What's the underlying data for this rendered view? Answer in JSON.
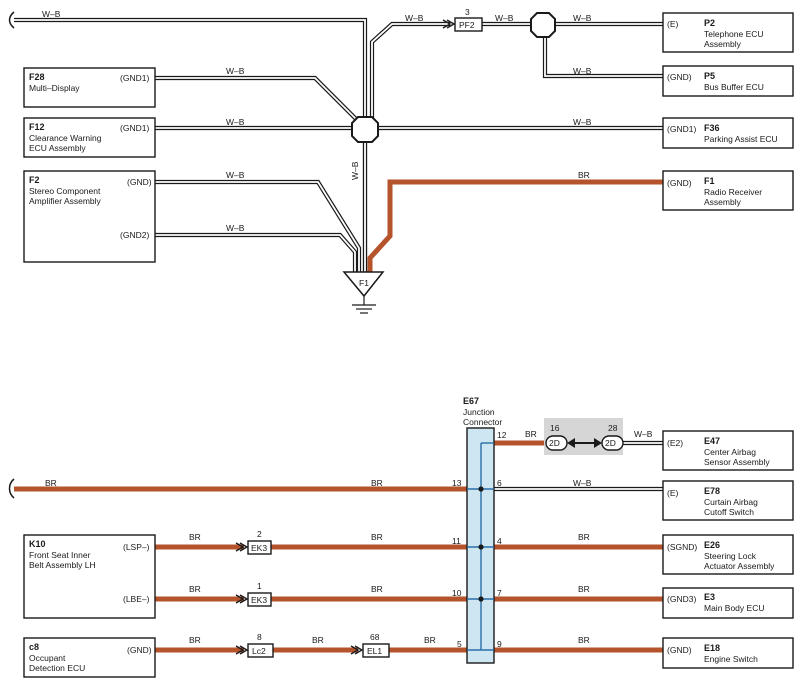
{
  "colors": {
    "br_wire": "#b5532b",
    "jc_fill": "#cde6f2",
    "jc_bus": "#2a6ea8",
    "ic_bg": "#d6d6d6"
  },
  "wire_labels": {
    "wb": "W–B",
    "br": "BR"
  },
  "components": {
    "f28": {
      "code": "F28",
      "name1": "Multi–Display",
      "pin": "(GND1)"
    },
    "f12": {
      "code": "F12",
      "name1": "Clearance Warning",
      "name2": "ECU Assembly",
      "pin": "(GND1)"
    },
    "f2": {
      "code": "F2",
      "name1": "Stereo Component",
      "name2": "Amplifier Assembly",
      "pin1": "(GND)",
      "pin2": "(GND2)"
    },
    "p2": {
      "code": "P2",
      "name1": "Telephone ECU",
      "name2": "Assembly",
      "pin": "(E)"
    },
    "p5": {
      "code": "P5",
      "name1": "Bus Buffer ECU",
      "pin": "(GND)"
    },
    "f36": {
      "code": "F36",
      "name1": "Parking Assist ECU",
      "pin": "(GND1)"
    },
    "f1": {
      "code": "F1",
      "name1": "Radio Receiver",
      "name2": "Assembly",
      "pin": "(GND)"
    },
    "k10": {
      "code": "K10",
      "name1": "Front Seat Inner",
      "name2": "Belt Assembly LH",
      "pin1": "(LSP–)",
      "pin2": "(LBE–)"
    },
    "c8": {
      "code": "c8",
      "name1": "Occupant",
      "name2": "Detection ECU",
      "pin": "(GND)"
    },
    "e47": {
      "code": "E47",
      "name1": "Center Airbag",
      "name2": "Sensor Assembly",
      "pin": "(E2)"
    },
    "e78": {
      "code": "E78",
      "name1": "Curtain Airbag",
      "name2": "Cutoff Switch",
      "pin": "(E)"
    },
    "e26": {
      "code": "E26",
      "name1": "Steering Lock",
      "name2": "Actuator Assembly",
      "pin": "(SGND)"
    },
    "e3": {
      "code": "E3",
      "name1": "Main Body ECU",
      "pin": "(GND3)"
    },
    "e18": {
      "code": "E18",
      "name1": "Engine Switch",
      "pin": "(GND)"
    }
  },
  "ground": {
    "label": "F1"
  },
  "connectors": {
    "pf2": {
      "label": "PF2",
      "pin": "3"
    },
    "ek3a": {
      "label": "EK3",
      "pin": "2"
    },
    "ek3b": {
      "label": "EK3",
      "pin": "1"
    },
    "lc2": {
      "label": "Lc2",
      "pin": "8"
    },
    "el1": {
      "label": "EL1",
      "pin": "68"
    },
    "ic2d_a": {
      "label": "2D",
      "pin": "16"
    },
    "ic2d_b": {
      "label": "2D",
      "pin": "28"
    }
  },
  "junction": {
    "code": "E67",
    "name1": "Junction",
    "name2": "Connector",
    "pins_left": [
      "13",
      "11",
      "10",
      "5"
    ],
    "pins_right": [
      "12",
      "6",
      "4",
      "7",
      "9"
    ]
  }
}
